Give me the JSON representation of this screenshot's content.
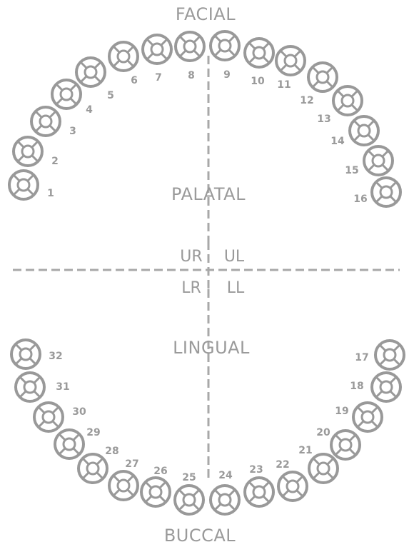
{
  "labels": {
    "facial": "FACIAL",
    "palatal": "PALATAL",
    "lingual": "LINGUAL",
    "buccal": "BUCCAL"
  },
  "quadrants": {
    "upper_right": "UR",
    "upper_left": "UL",
    "lower_right": "LR",
    "lower_left": "LL"
  },
  "colors": {
    "tooth_stroke": "#999999",
    "label_text": "#9a9a9a",
    "divider": "#a8a8a8"
  },
  "teeth": {
    "upper": [
      "1",
      "2",
      "3",
      "4",
      "5",
      "6",
      "7",
      "8",
      "9",
      "10",
      "11",
      "12",
      "13",
      "14",
      "15",
      "16"
    ],
    "lower": [
      "17",
      "18",
      "19",
      "20",
      "21",
      "22",
      "23",
      "24",
      "25",
      "26",
      "27",
      "28",
      "29",
      "30",
      "31",
      "32"
    ]
  }
}
